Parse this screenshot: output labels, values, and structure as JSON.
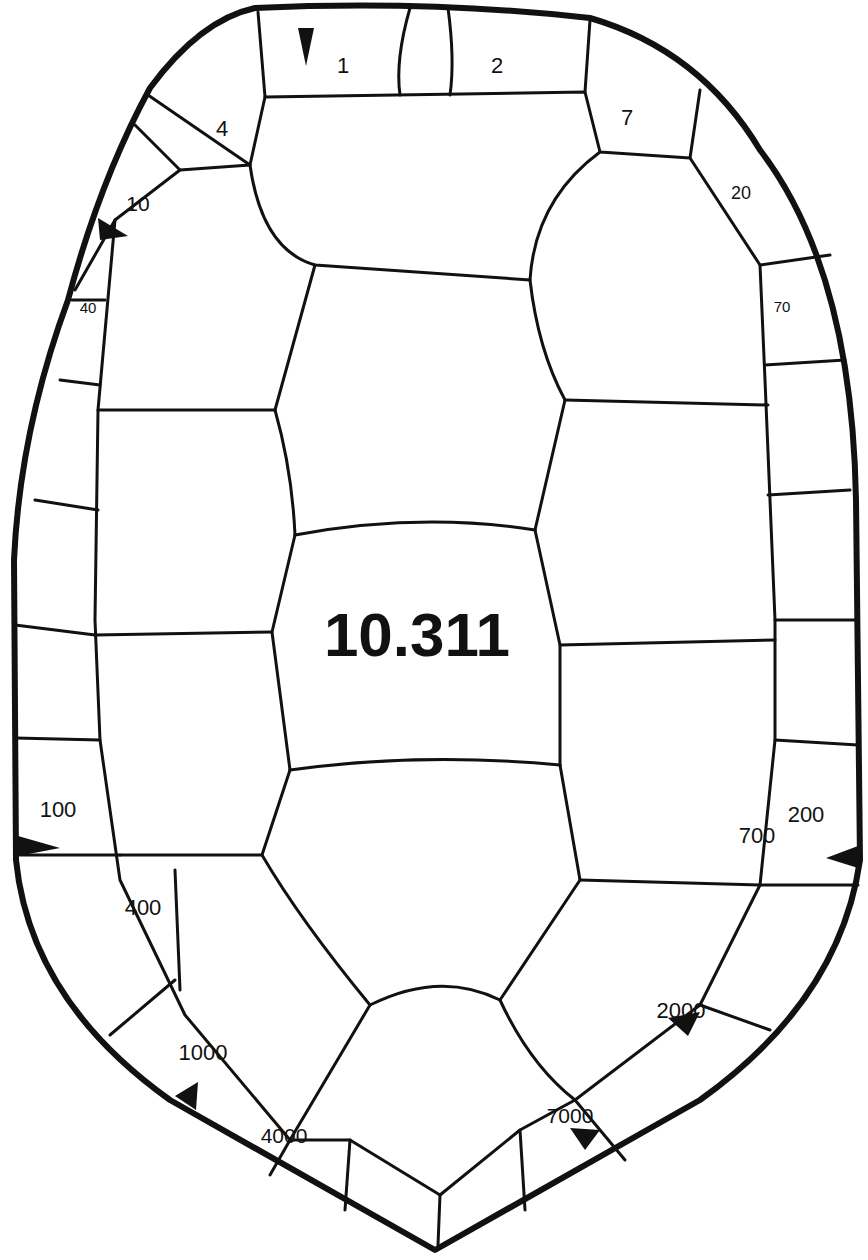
{
  "diagram": {
    "labels": [
      "1",
      "2",
      "4",
      "7",
      "10",
      "20",
      "40",
      "70",
      "100",
      "200",
      "400",
      "700",
      "1000",
      "2000",
      "4000",
      "7000",
      "10.311"
    ]
  }
}
